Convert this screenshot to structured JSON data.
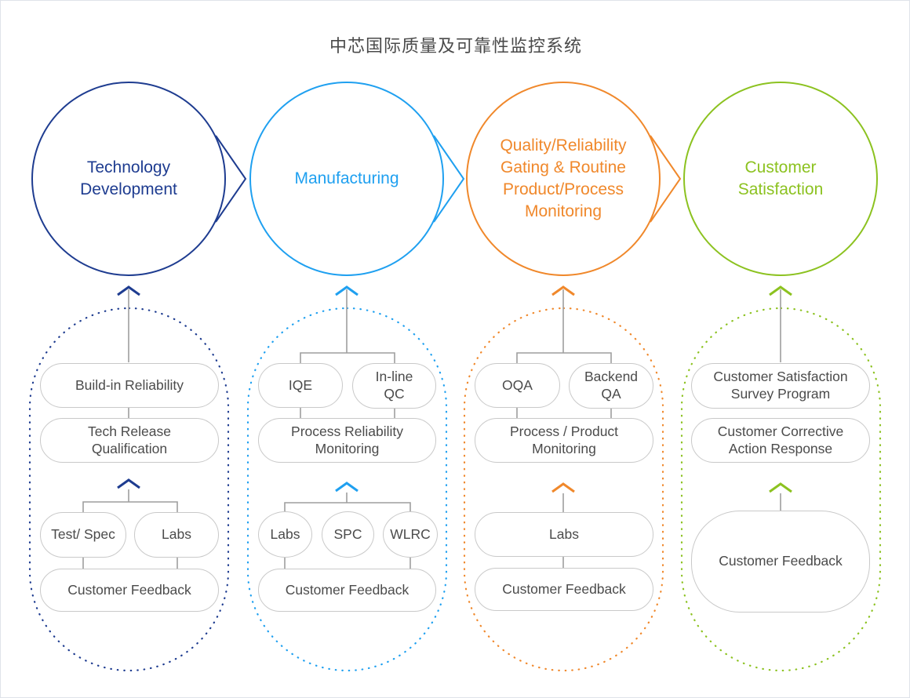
{
  "title": "中芯国际质量及可靠性监控系统",
  "palette": {
    "navy": "#1E3C90",
    "sky": "#1FA0F0",
    "orange": "#F0882B",
    "green": "#8CC220",
    "connector_gray": "#9E9E9E",
    "pill_border": "#C9C9C9",
    "text_gray": "#4B4B4B"
  },
  "stages": [
    {
      "name": "technology-development",
      "circle_label": "Technology\nDevelopment",
      "color": "#1E3C90",
      "upper_pills": [
        {
          "label": "Build-in Reliability"
        },
        {
          "label": "Tech Release\nQualification"
        }
      ],
      "lower_pills": [
        {
          "label": "Test/ Spec"
        },
        {
          "label": "Labs"
        },
        {
          "label": "Customer Feedback"
        }
      ]
    },
    {
      "name": "manufacturing",
      "circle_label": "Manufacturing",
      "color": "#1FA0F0",
      "upper_pills": [
        {
          "label": "IQE"
        },
        {
          "label": "In-line\nQC"
        },
        {
          "label": "Process Reliability\nMonitoring"
        }
      ],
      "lower_pills": [
        {
          "label": "Labs"
        },
        {
          "label": "SPC"
        },
        {
          "label": "WLRC"
        },
        {
          "label": "Customer Feedback"
        }
      ]
    },
    {
      "name": "quality-reliability-monitoring",
      "circle_label": "Quality/Reliability\nGating & Routine\nProduct/Process\nMonitoring",
      "color": "#F0882B",
      "upper_pills": [
        {
          "label": "OQA"
        },
        {
          "label": "Backend\nQA"
        },
        {
          "label": "Process / Product\nMonitoring"
        }
      ],
      "lower_pills": [
        {
          "label": "Labs"
        },
        {
          "label": "Customer Feedback"
        }
      ]
    },
    {
      "name": "customer-satisfaction",
      "circle_label": "Customer\nSatisfaction",
      "color": "#8CC220",
      "upper_pills": [
        {
          "label": "Customer Satisfaction\nSurvey Program"
        },
        {
          "label": "Customer Corrective\nAction Response"
        }
      ],
      "lower_pills": [
        {
          "label": "Customer Feedback"
        }
      ]
    }
  ]
}
